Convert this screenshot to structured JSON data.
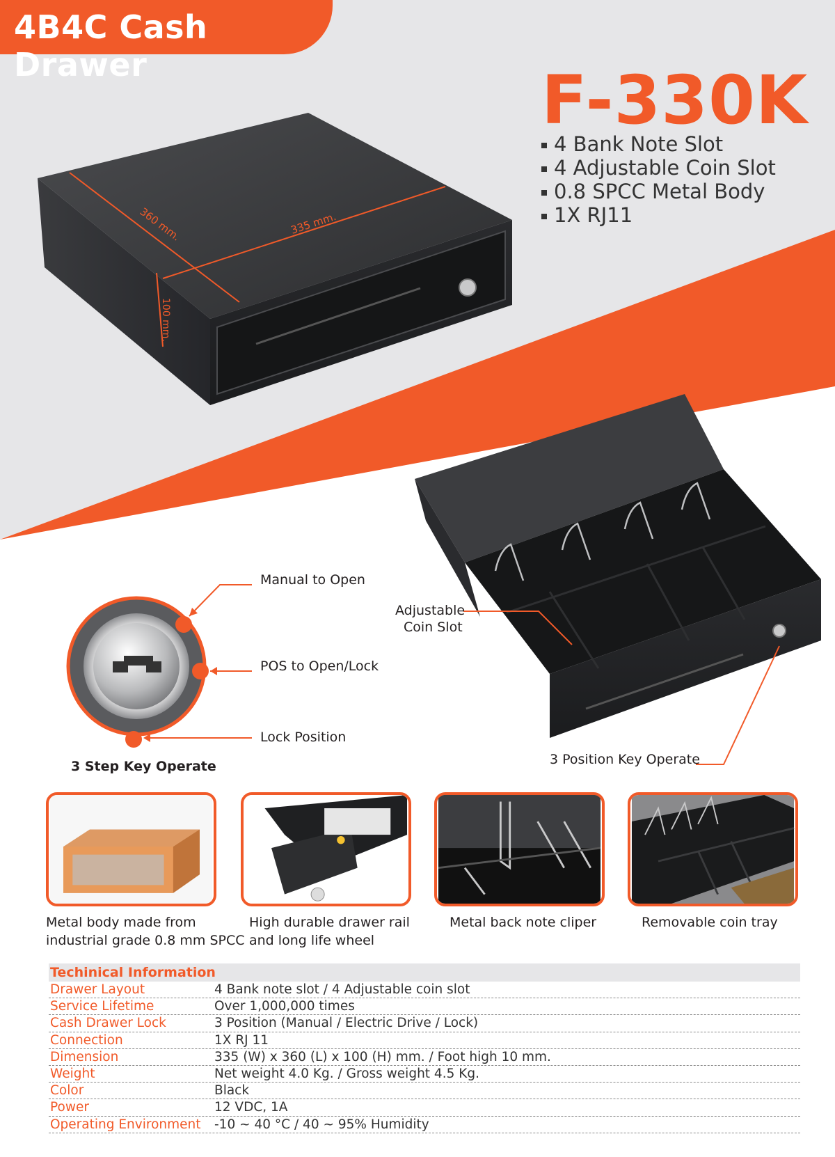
{
  "header": {
    "title": "4B4C Cash Drawer"
  },
  "product": {
    "model": "F-330K",
    "features": [
      "4 Bank Note Slot",
      "4 Adjustable Coin Slot",
      "0.8 SPCC Metal Body",
      "1X RJ11"
    ],
    "dimensions": {
      "width": "335 mm.",
      "length": "360 mm.",
      "height": "100 mm."
    }
  },
  "callouts": {
    "manual_open": "Manual to Open",
    "pos_open_lock": "POS to Open/Lock",
    "lock_position": "Lock Position",
    "step_key": "3 Step Key Operate",
    "adjustable_line1": "Adjustable",
    "adjustable_line2": "Coin Slot",
    "position_key": "3 Position Key Operate"
  },
  "thumbnails": [
    {
      "icon": "metal-body-image",
      "caption_line1": "Metal body made from",
      "caption_line2": "industrial grade 0.8 mm SPCC"
    },
    {
      "icon": "drawer-rail-image",
      "caption_line1": "High durable drawer rail",
      "caption_line2": "and long life wheel"
    },
    {
      "icon": "note-cliper-image",
      "caption_line1": "Metal back note cliper",
      "caption_line2": ""
    },
    {
      "icon": "coin-tray-image",
      "caption_line1": "Removable coin tray",
      "caption_line2": ""
    }
  ],
  "spec": {
    "heading": "Techinical Information",
    "rows": [
      {
        "label": "Drawer Layout",
        "value": "4 Bank note slot / 4 Adjustable coin slot"
      },
      {
        "label": "Service Lifetime",
        "value": "Over 1,000,000 times"
      },
      {
        "label": "Cash Drawer Lock",
        "value": "3 Position (Manual / Electric Drive / Lock)"
      },
      {
        "label": "Connection",
        "value": "1X RJ 11"
      },
      {
        "label": "Dimension",
        "value": "335 (W) x 360 (L) x 100 (H) mm. / Foot high 10 mm."
      },
      {
        "label": "Weight",
        "value": "Net weight 4.0 Kg. / Gross weight 4.5 Kg."
      },
      {
        "label": "Color",
        "value": "Black"
      },
      {
        "label": "Power",
        "value": "12 VDC, 1A"
      },
      {
        "label": "Operating Environment",
        "value": "-10 ~ 40 °C / 40 ~ 95%  Humidity"
      }
    ]
  },
  "colors": {
    "accent": "#f15a29",
    "background_grey": "#e6e6e8",
    "drawer_dark": "#3a3b3d"
  }
}
